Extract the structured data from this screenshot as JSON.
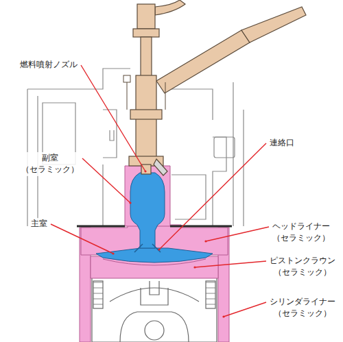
{
  "diagram": {
    "labels": [
      "燃料噴射ノズル",
      "副室（セラミック）",
      "主室",
      "連絡口",
      "ヘッドライナー （セラミック）",
      "ピストンクラウン （セラミック）",
      "シリンダライナー （セラミック）"
    ]
  }
}
